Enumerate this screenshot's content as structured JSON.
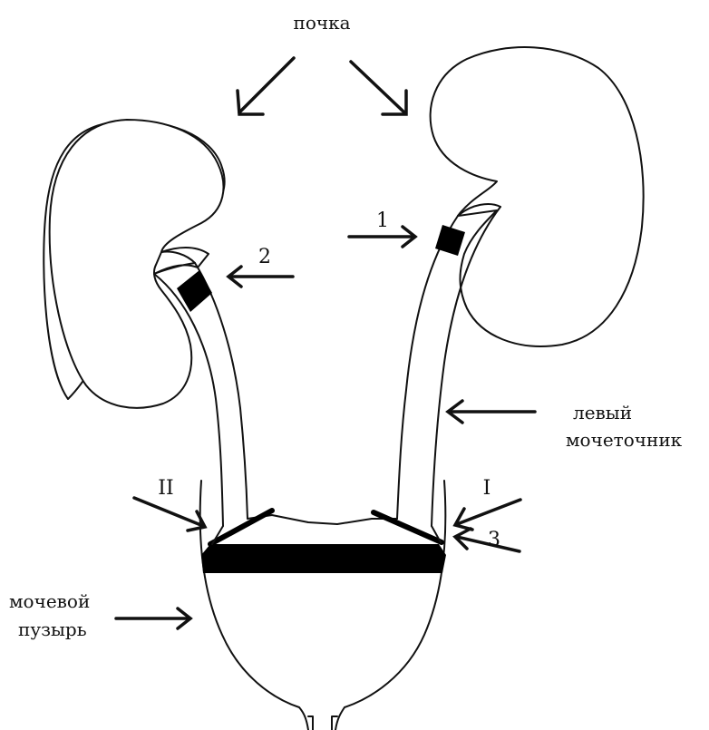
{
  "labels": {
    "kidney": "почка",
    "left_ureter_line1": "левый",
    "left_ureter_line2": "мочеточник",
    "bladder_line1": "мочевой",
    "bladder_line2": "пузырь",
    "marker_1": "1",
    "marker_2": "2",
    "marker_3": "3",
    "marker_I": "I",
    "marker_II": "II"
  },
  "colors": {
    "stroke": "#111111",
    "ligature": "#000000",
    "background": "#ffffff"
  }
}
